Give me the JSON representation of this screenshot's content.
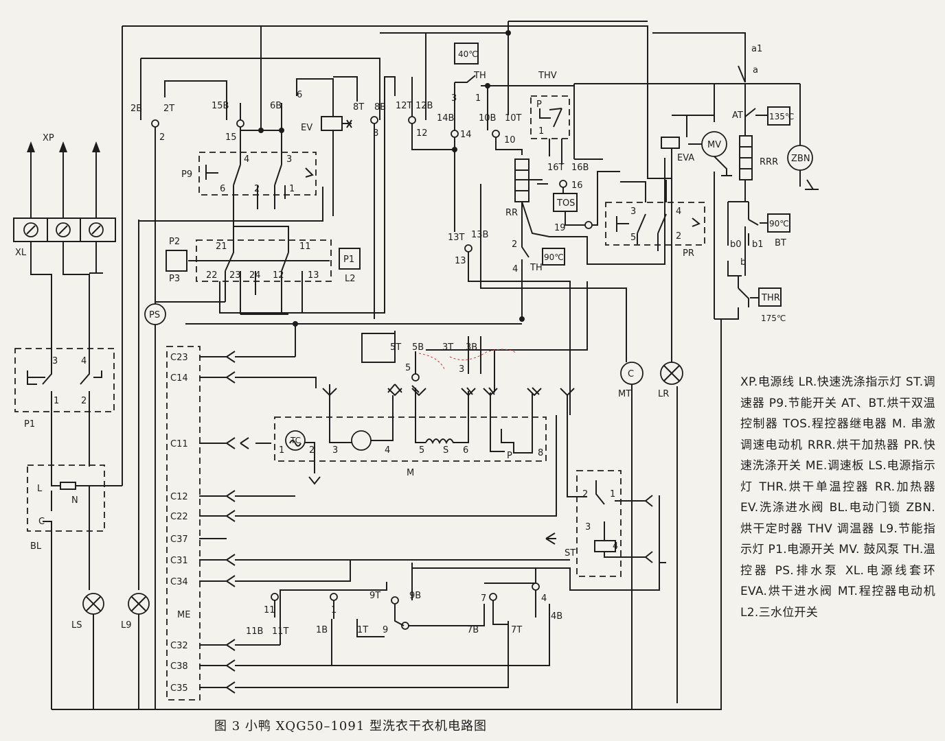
{
  "caption": "图 3   小鸭 XQG50–1091 型洗衣干衣机电路图",
  "legend": "XP.电源线 LR.快速洗涤指示灯 ST.调速器 P9.节能开关 AT、BT.烘干双温控制器 TOS.程控器继电器 M. 串激调速电动机 RRR.烘干加热器 PR.快速洗涤开关 ME.调速板 LS.电源指示灯 THR.烘干单温控器 RR.加热器 EV.洗涤进水阀 BL.电动门锁 ZBN. 烘干定时器 THV 调温器 L9.节能指示灯 P1.电源开关 MV. 鼓风泵 TH.温控器 PS.排水泵 XL.电源线套环 EVA.烘干进水阀 MT.程控器电动机 L2.三水位开关",
  "components": {
    "XP": "XP",
    "XL": "XL",
    "P1": "P1",
    "BL": "BL",
    "LS": "LS",
    "L9": "L9",
    "PS": "PS",
    "P9": "P9",
    "EV": "EV",
    "P2": "P2",
    "P3": "P3",
    "L2": "L2",
    "TH": "TH",
    "THV": "THV",
    "RR": "RR",
    "TOS": "TOS",
    "PR": "PR",
    "EVA": "EVA",
    "MV": "MV",
    "AT": "AT",
    "RRR": "RRR",
    "ZBN": "ZBN",
    "BT": "BT",
    "THR": "THR",
    "MT": "MT",
    "LR": "LR",
    "ST": "ST",
    "ME": "ME",
    "M": "M",
    "TC": "TC",
    "S": "S",
    "C": "C",
    "P": "P"
  },
  "temps": {
    "t40": "40℃",
    "t135": "135℃",
    "t90a": "90℃",
    "t90b": "90℃",
    "t175": "175℃"
  },
  "bl_pins": {
    "L": "L",
    "N": "N",
    "C": "C"
  },
  "thr_labels": {
    "a1": "a1",
    "a": "a",
    "b0": "b0",
    "b1": "b1",
    "b": "b"
  },
  "top_terminals": [
    {
      "id": "2B",
      "label": "2B"
    },
    {
      "id": "2T",
      "label": "2T"
    },
    {
      "id": "15B",
      "label": "15B"
    },
    {
      "id": "6B",
      "label": "6B"
    },
    {
      "id": "6",
      "label": "6"
    },
    {
      "id": "8T",
      "label": "8T"
    },
    {
      "id": "8B",
      "label": "8B"
    },
    {
      "id": "12T",
      "label": "12T"
    },
    {
      "id": "12B",
      "label": "12B"
    },
    {
      "id": "14B",
      "label": "14B"
    },
    {
      "id": "10B",
      "label": "10B"
    },
    {
      "id": "10T",
      "label": "10T"
    },
    {
      "id": "16T",
      "label": "16T"
    },
    {
      "id": "16B",
      "label": "16B"
    },
    {
      "id": "13T",
      "label": "13T"
    },
    {
      "id": "13B",
      "label": "13B"
    },
    {
      "id": "5T",
      "label": "5T"
    },
    {
      "id": "5B",
      "label": "5B"
    },
    {
      "id": "3T",
      "label": "3T"
    },
    {
      "id": "3B",
      "label": "3B"
    },
    {
      "id": "9T",
      "label": "9T"
    },
    {
      "id": "9B",
      "label": "9B"
    },
    {
      "id": "11B",
      "label": "11B"
    },
    {
      "id": "11T",
      "label": "11T"
    },
    {
      "id": "1B",
      "label": "1B"
    },
    {
      "id": "1T",
      "label": "1T"
    },
    {
      "id": "7B",
      "label": "7B"
    },
    {
      "id": "7T",
      "label": "7T"
    },
    {
      "id": "4B",
      "label": "4B"
    }
  ],
  "node_numbers": {
    "n2": "2",
    "n15": "15",
    "n8": "8",
    "n12": "12",
    "n14": "14",
    "n10": "10",
    "n16": "16",
    "n19": "19",
    "n13": "13",
    "n5": "5",
    "n3": "3",
    "n11": "11",
    "n1": "1",
    "n9": "9",
    "n7": "7",
    "n4": "4"
  },
  "switch_pins": {
    "p9_4": "4",
    "p9_3": "3",
    "p9_6": "6",
    "p9_2": "2",
    "p9_1": "1",
    "l2_21": "21",
    "l2_11": "11",
    "l2_22": "22",
    "l2_23": "23",
    "l2_24": "24",
    "l2_12": "12",
    "l2_13": "13",
    "p1_3": "3",
    "p1_4": "4",
    "p1_1": "1",
    "p1_2": "2",
    "pr_3": "3",
    "pr_4": "4",
    "pr_5": "5",
    "pr_2": "2",
    "th_3": "3",
    "th_1": "1",
    "th_2": "2",
    "th_4": "4",
    "thv_p": "P",
    "thv_1": "1",
    "st_2": "2",
    "st_1": "1",
    "st_3": "3",
    "st_4": "4",
    "m_1": "1",
    "m_2": "2",
    "m_3": "3",
    "m_4": "4",
    "m_5": "5",
    "m_6": "6",
    "m_8": "8"
  },
  "me_connectors": [
    "C23",
    "C14",
    "C11",
    "C12",
    "C22",
    "C37",
    "C31",
    "C34",
    "C32",
    "C38",
    "C35"
  ]
}
